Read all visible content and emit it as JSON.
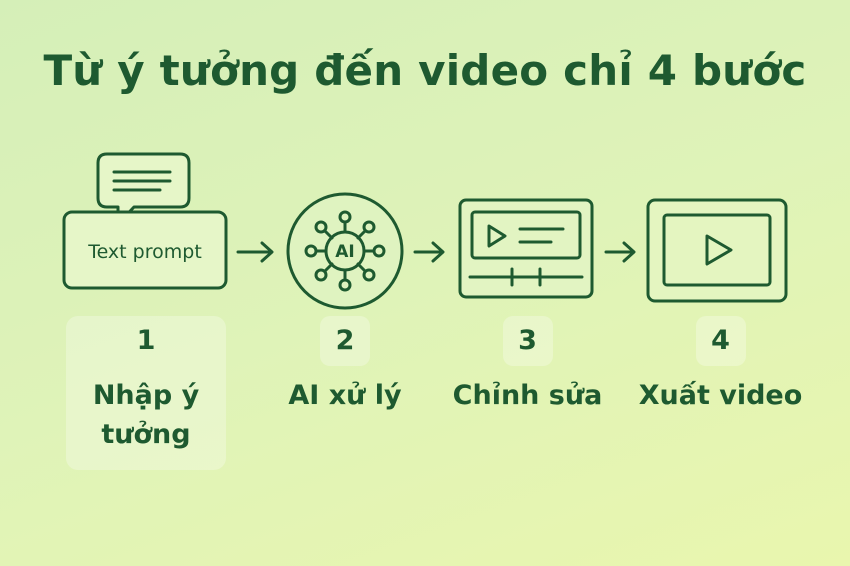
{
  "title": "Từ ý tưởng đến video chỉ 4 bước",
  "colors": {
    "accent": "#1e5a30",
    "background_start": "#d5efb8",
    "background_end": "#e9f6ae"
  },
  "steps": [
    {
      "number": "1",
      "label": "Nhập ý tưởng",
      "icon": "text-prompt-icon",
      "icon_text": "Text prompt"
    },
    {
      "number": "2",
      "label": "AI xử lý",
      "icon": "ai-network-icon",
      "icon_text": "AI"
    },
    {
      "number": "3",
      "label": "Chỉnh sửa",
      "icon": "video-editor-icon"
    },
    {
      "number": "4",
      "label": "Xuất video",
      "icon": "video-player-icon"
    }
  ],
  "connector_icon": "arrow-right-icon"
}
